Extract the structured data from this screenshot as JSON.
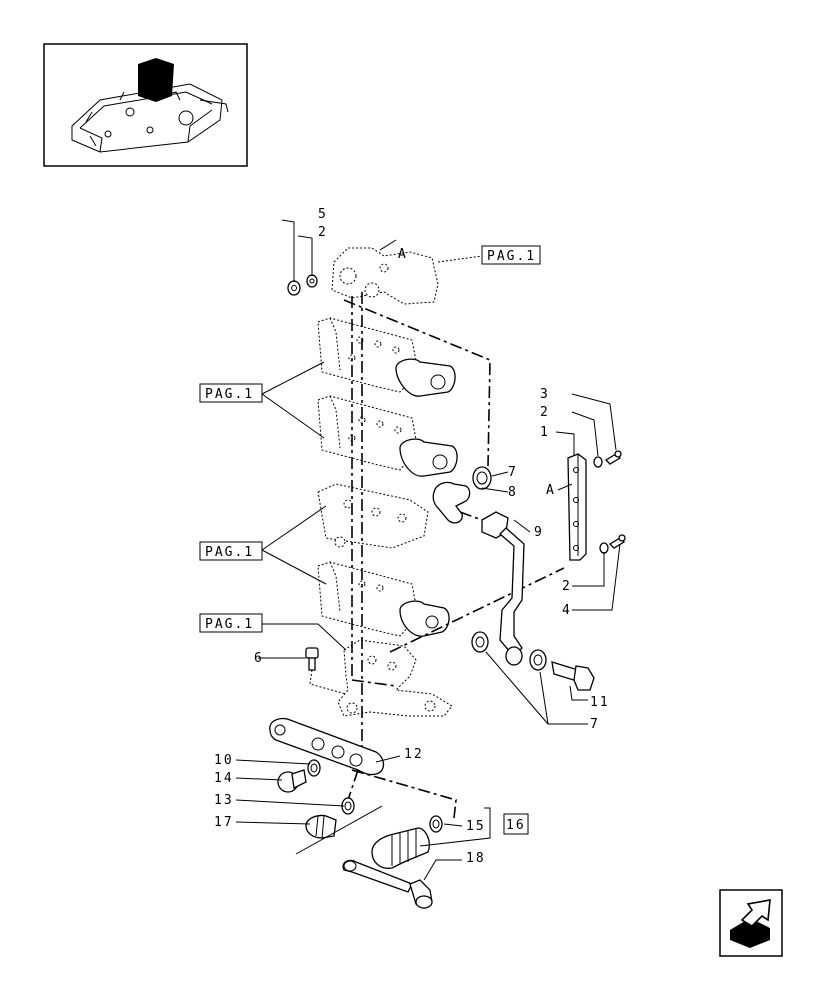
{
  "callouts": {
    "c5": "5",
    "c2a": "2",
    "cA1": "A",
    "pag1_top": "PAG.1",
    "c3": "3",
    "c2b": "2",
    "c1": "1",
    "cA2": "A",
    "pag1_a": "PAG.1",
    "c7a": "7",
    "c8": "8",
    "c9": "9",
    "pag1_b": "PAG.1",
    "c2c": "2",
    "c4": "4",
    "pag1_c": "PAG.1",
    "c6": "6",
    "c11": "11",
    "c7b": "7",
    "c10": "10",
    "c12": "12",
    "c14": "14",
    "c13": "13",
    "c17": "17",
    "c15": "15",
    "box16": "16",
    "c18": "18"
  },
  "nav_icon": "next-page-arrow-icon"
}
